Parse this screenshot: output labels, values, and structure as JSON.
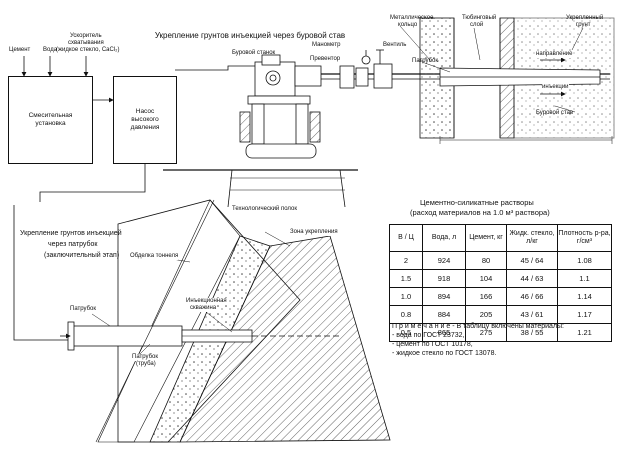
{
  "top_title": "Укрепление грунтов инъекцией через буровой став",
  "inputs": {
    "cement": "Цемент",
    "water": "Вода",
    "accelerator_line1": "Ускоритель",
    "accelerator_line2": "схватывания",
    "accelerator_line3": "(жидкое стекло, CaCl₂)"
  },
  "mixing_unit": {
    "line1": "Смесительная",
    "line2": "установка"
  },
  "pump_unit": {
    "line1": "Насос",
    "line2": "высокого",
    "line3": "давления"
  },
  "top_labels": {
    "drill_rig": "Буровой станок",
    "manometer": "Манометр",
    "preventer": "Превентор",
    "valve": "Вентиль",
    "metal_ring_1": "Металлическое",
    "metal_ring_2": "кольцо",
    "tubing_1": "Тюбинговый",
    "tubing_2": "слой",
    "strengthened_1": "Укрепленный",
    "strengthened_2": "грунт",
    "nozzle": "Патрубок",
    "injection_dir_1": "направление",
    "injection_dir_2": "инъекции",
    "drill_rod": "Буровой став",
    "tech_floor": "Технологический полок"
  },
  "bottom_title": {
    "line1": "Укрепление грунтов инъекцией",
    "line2": "через патрубок",
    "line3": "(заключительный этап)"
  },
  "bottom_labels": {
    "lining": "Обделка тоннеля",
    "zone": "Зона укрепления",
    "nozzle": "Патрубок",
    "injection_well_1": "Инъекционная",
    "injection_well_2": "скважина",
    "nozzle_pipe_1": "Патрубок",
    "nozzle_pipe_2": "(труба)"
  },
  "table_title": {
    "line1": "Цементно-силикатные растворы",
    "line2": "(расход материалов на 1.0 м³ раствора)"
  },
  "table": {
    "headers": [
      "В / Ц",
      "Вода, л",
      "Цемент, кг",
      "Жидк. стекло, л/кг",
      "Плотность р-ра, г/см³"
    ],
    "rows": [
      [
        "2",
        "924",
        "80",
        "45 / 64",
        "1.08"
      ],
      [
        "1.5",
        "918",
        "104",
        "44 / 63",
        "1.1"
      ],
      [
        "1.0",
        "894",
        "166",
        "46 / 66",
        "1.14"
      ],
      [
        "0.8",
        "884",
        "205",
        "43 / 61",
        "1.17"
      ],
      [
        "0.5",
        "865",
        "275",
        "38 / 55",
        "1.21"
      ]
    ]
  },
  "note": {
    "line1": "П р и м е ч а н и е - В таблицу включены материалы:",
    "line2": "- вода по ГОСТ 23732,",
    "line3": "- цемент по ГОСТ 10178,",
    "line4": "- жидкое стекло по ГОСТ 13078."
  }
}
